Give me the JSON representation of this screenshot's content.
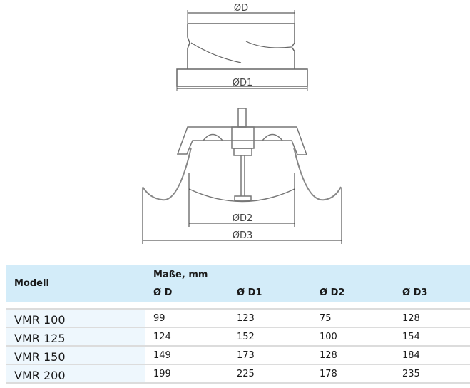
{
  "drawing_top": {
    "dim_top_label": "ØD",
    "dim_bottom_label": "ØD1"
  },
  "drawing_bottom": {
    "dim_inner_label": "ØD2",
    "dim_outer_label": "ØD3"
  },
  "table": {
    "header": {
      "model": "Modell",
      "group": "Maße, mm",
      "columns": [
        "Ø D",
        "Ø D1",
        "Ø D2",
        "Ø D3"
      ]
    },
    "rows": [
      {
        "model": "VMR 100",
        "d": "99",
        "d1": "123",
        "d2": "75",
        "d3": "128"
      },
      {
        "model": "VMR 125",
        "d": "124",
        "d1": "152",
        "d2": "100",
        "d3": "154"
      },
      {
        "model": "VMR 150",
        "d": "149",
        "d1": "173",
        "d2": "128",
        "d3": "184"
      },
      {
        "model": "VMR 200",
        "d": "199",
        "d1": "225",
        "d2": "178",
        "d3": "235"
      }
    ]
  },
  "colors": {
    "header_bg": "#d3ecf9",
    "model_col_bg": "#eef7fd",
    "row_divider": "#dcdcdc",
    "line_color": "#555555"
  }
}
